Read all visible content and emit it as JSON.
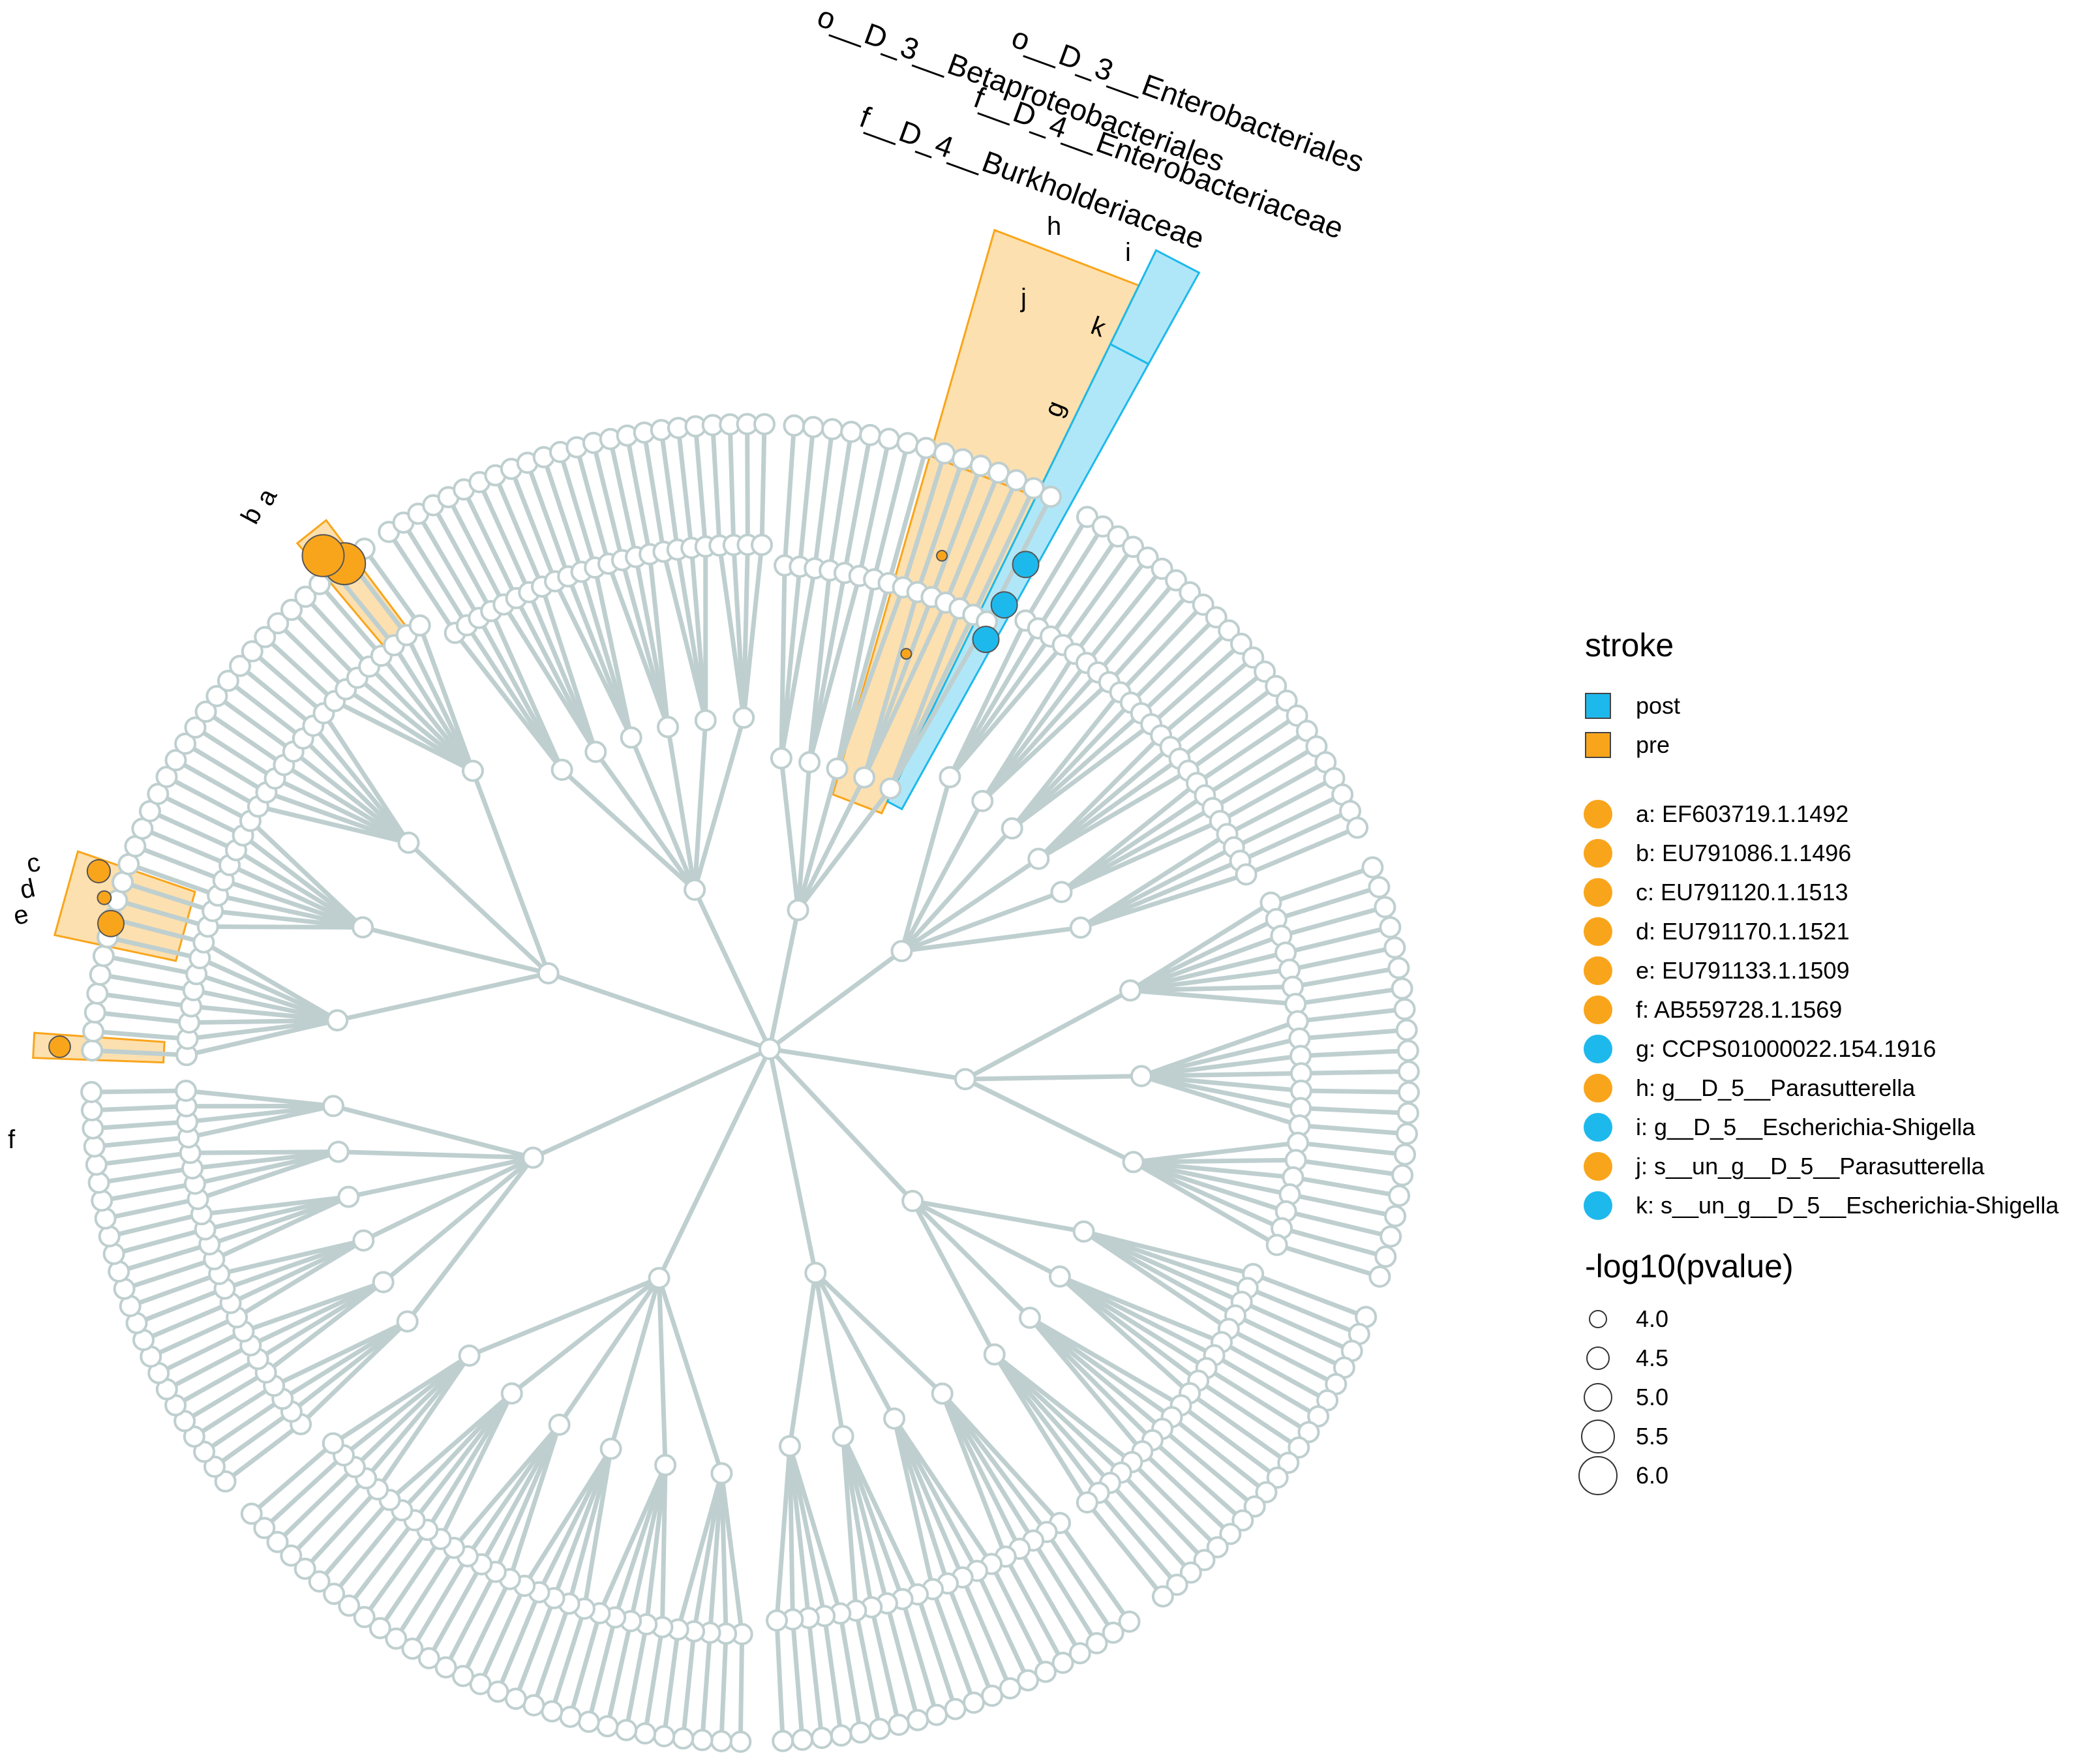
{
  "colors": {
    "pre": "#F9A51B",
    "post": "#1EB9EC",
    "edge": "#BFCFCF",
    "node_stroke": "#BFCFCF"
  },
  "taxon_labels": {
    "o_beta": "o__D_3__Betaproteobacteriales",
    "o_entero": "o__D_3__Enterobacteriales",
    "f_entero": "f__D_4__Enterobacteriaceae",
    "f_burk": "f__D_4__Burkholderiaceae"
  },
  "clade_letters": {
    "a": "a",
    "b": "b",
    "c": "c",
    "d": "d",
    "e": "e",
    "f": "f",
    "g": "g",
    "h": "h",
    "i": "i",
    "j": "j",
    "k": "k"
  },
  "legend": {
    "stroke_title": "stroke",
    "stroke_items": [
      {
        "label": "post",
        "group": "post"
      },
      {
        "label": "pre",
        "group": "pre"
      }
    ],
    "taxa": [
      {
        "label": "a: EF603719.1.1492",
        "group": "pre"
      },
      {
        "label": "b: EU791086.1.1496",
        "group": "pre"
      },
      {
        "label": "c: EU791120.1.1513",
        "group": "pre"
      },
      {
        "label": "d: EU791170.1.1521",
        "group": "pre"
      },
      {
        "label": "e: EU791133.1.1509",
        "group": "pre"
      },
      {
        "label": "f:  AB559728.1.1569",
        "group": "pre"
      },
      {
        "label": "g: CCPS01000022.154.1916",
        "group": "post"
      },
      {
        "label": "h: g__D_5__Parasutterella",
        "group": "pre"
      },
      {
        "label": "i: g__D_5__Escherichia-Shigella",
        "group": "post"
      },
      {
        "label": "j: s__un_g__D_5__Parasutterella",
        "group": "pre"
      },
      {
        "label": "k: s__un_g__D_5__Escherichia-Shigella",
        "group": "post"
      }
    ],
    "size_title": "-log10(pvalue)",
    "sizes": [
      "4.0",
      "4.5",
      "5.0",
      "5.5",
      "6.0"
    ]
  },
  "highlights": [
    {
      "id": "a",
      "group": "pre",
      "pvalue": 6.0
    },
    {
      "id": "b",
      "group": "pre",
      "pvalue": 6.0
    },
    {
      "id": "c",
      "group": "pre",
      "pvalue": 5.0
    },
    {
      "id": "d",
      "group": "pre",
      "pvalue": 4.2
    },
    {
      "id": "e",
      "group": "pre",
      "pvalue": 4.8
    },
    {
      "id": "f",
      "group": "pre",
      "pvalue": 4.7
    },
    {
      "id": "g",
      "group": "post",
      "pvalue": 5.0
    },
    {
      "id": "h",
      "group": "pre",
      "pvalue": 4.0
    },
    {
      "id": "i",
      "group": "post",
      "pvalue": 5.0
    },
    {
      "id": "j",
      "group": "pre",
      "pvalue": 4.0
    },
    {
      "id": "k",
      "group": "post",
      "pvalue": 5.0
    }
  ]
}
